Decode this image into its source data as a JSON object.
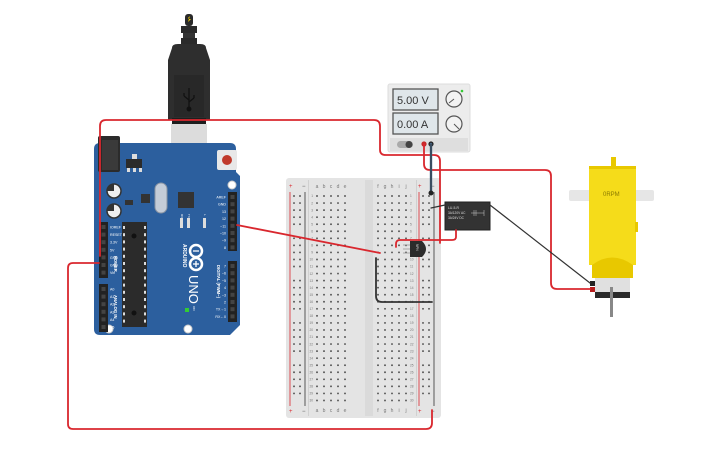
{
  "power_supply": {
    "voltage_display": "5.00 V",
    "current_display": "0.00 A",
    "voltage_value": 5.0,
    "current_value": 0.0
  },
  "arduino": {
    "brand": "ARDUINO",
    "model": "UNO",
    "digital_header_label": "DIGITAL (PWM~)",
    "power_header_label": "POWER",
    "analog_header_label": "ANALOG IN",
    "power_pins": [
      "IOREF",
      "RESET",
      "3.3V",
      "5V",
      "GND",
      "GND",
      "Vin"
    ],
    "analog_pins": [
      "A0",
      "A1",
      "A2",
      "A3",
      "A4",
      "A5"
    ],
    "digital_pins_top": [
      "AREF",
      "GND",
      "13",
      "12",
      "~11",
      "~10",
      "~9",
      "8"
    ],
    "digital_pins_bottom": [
      "7",
      "~6",
      "~5",
      "4",
      "~3",
      "2",
      "TX→1",
      "RX←0"
    ],
    "led_labels": [
      "RX",
      "TX",
      "L"
    ],
    "on_label": "ON"
  },
  "breadboard": {
    "column_labels_left": [
      "a",
      "b",
      "c",
      "d",
      "e"
    ],
    "column_labels_right": [
      "f",
      "g",
      "h",
      "i",
      "j"
    ],
    "rail_plus": "+",
    "rail_minus": "−",
    "rows": 30
  },
  "relay": {
    "lines": [
      "LU-5-R",
      "3A/120V AC",
      "3A/24V DC"
    ]
  },
  "transistor": {
    "label": "NPN"
  },
  "motor": {
    "speed_label": "0RPM"
  },
  "colors": {
    "wire_red": "#d9272e",
    "wire_black": "#333333",
    "wire_blue": "#4a6a8a",
    "arduino_blue": "#2c5f9e",
    "motor_yellow": "#f5dc1a",
    "breadboard": "#e6e6e6",
    "rail_red": "#d9272e"
  }
}
